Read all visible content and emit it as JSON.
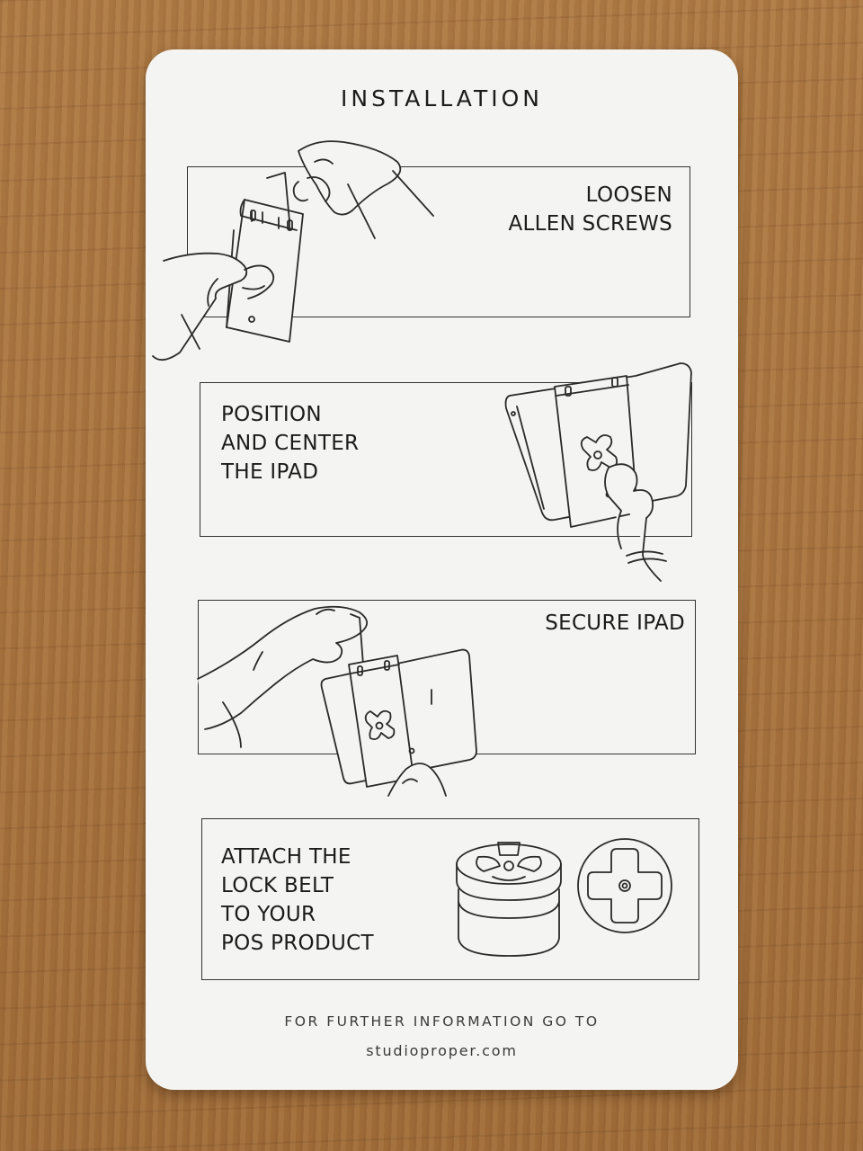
{
  "card": {
    "title": "INSTALLATION",
    "steps": [
      {
        "lines": [
          "LOOSEN",
          "ALLEN SCREWS"
        ]
      },
      {
        "lines": [
          "POSITION",
          "AND CENTER",
          "THE IPAD"
        ]
      },
      {
        "lines": [
          "SECURE IPAD"
        ]
      },
      {
        "lines": [
          "ATTACH THE",
          "LOCK BELT",
          "TO YOUR",
          "POS PRODUCT"
        ]
      }
    ],
    "footer": {
      "line1": "FOR FURTHER INFORMATION GO TO",
      "url": "studioproper.com"
    }
  },
  "icons": [
    "hand-with-allen-key-icon",
    "ipad-mount-plate-icon",
    "lock-belt-puck-icon",
    "lock-belt-disc-icon"
  ]
}
